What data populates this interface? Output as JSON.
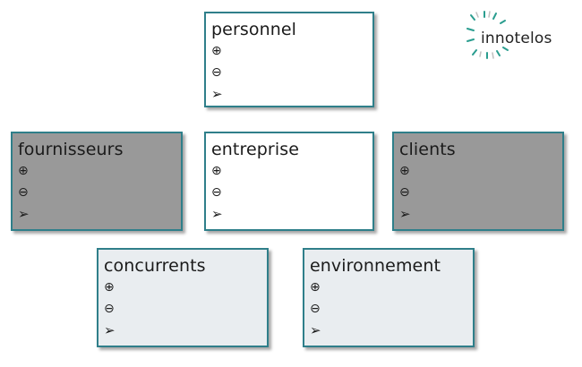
{
  "cards": [
    {
      "id": "personnel",
      "title": "personnel",
      "style": "white",
      "expand_icon": "⊕",
      "collapse_icon": "⊖",
      "go_icon": "➢"
    },
    {
      "id": "fournisseurs",
      "title": "fournisseurs",
      "style": "grey",
      "expand_icon": "⊕",
      "collapse_icon": "⊖",
      "go_icon": "➢"
    },
    {
      "id": "entreprise",
      "title": "entreprise",
      "style": "white",
      "expand_icon": "⊕",
      "collapse_icon": "⊖",
      "go_icon": "➢"
    },
    {
      "id": "clients",
      "title": "clients",
      "style": "grey",
      "expand_icon": "⊕",
      "collapse_icon": "⊖",
      "go_icon": "➢"
    },
    {
      "id": "concurrents",
      "title": "concurrents",
      "style": "light",
      "expand_icon": "⊕",
      "collapse_icon": "⊖",
      "go_icon": "➢"
    },
    {
      "id": "environnement",
      "title": "environnement",
      "style": "light",
      "expand_icon": "⊕",
      "collapse_icon": "⊖",
      "go_icon": "➢"
    }
  ],
  "logo": {
    "text": "innotelos",
    "accent_color": "#2a9d8f"
  },
  "colors": {
    "border": "#2f7f8a",
    "white_fill": "#ffffff",
    "grey_fill": "#999999",
    "light_fill": "#e9edf0"
  }
}
